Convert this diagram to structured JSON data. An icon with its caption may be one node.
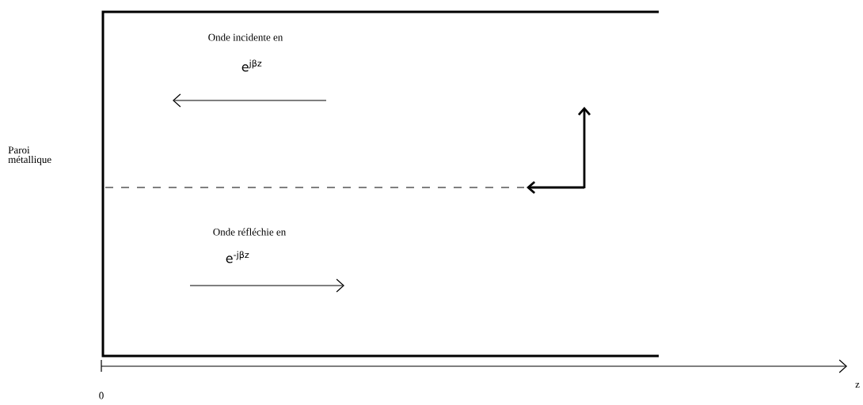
{
  "diagram": {
    "labels": [
      "Onde incidente en",
      "e$^{jβz}$",
      "Paroi métallique",
      "Onde réfléchie en",
      "e$^{-jβz}$",
      "0",
      "z"
    ]
  }
}
